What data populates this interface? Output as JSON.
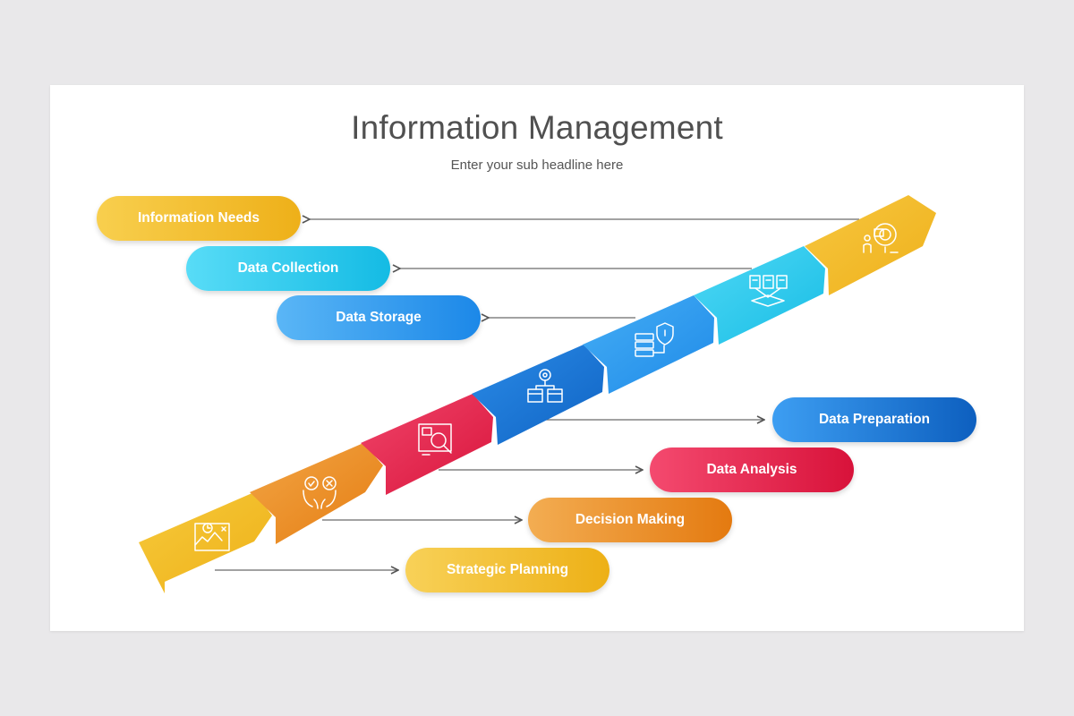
{
  "header": {
    "title": "Information Management",
    "subtitle": "Enter your sub headline here"
  },
  "labels": {
    "information_needs": "Information Needs",
    "data_collection": "Data Collection",
    "data_storage": "Data Storage",
    "data_preparation": "Data Preparation",
    "data_analysis": "Data Analysis",
    "decision_making": "Decision Making",
    "strategic_planning": "Strategic Planning"
  },
  "colors": {
    "yellow": "#f2bd2a",
    "orange": "#ec8f2a",
    "red": "#e5234d",
    "blue_dark": "#1976d2",
    "blue": "#2e98ef",
    "cyan": "#29c8ee",
    "arrow": "#555555"
  },
  "icons": [
    "planning-map-icon",
    "decision-hands-icon",
    "analysis-magnifier-icon",
    "preparation-boxes-gear-icon",
    "storage-server-shield-icon",
    "collection-documents-icon",
    "information-person-board-icon"
  ]
}
